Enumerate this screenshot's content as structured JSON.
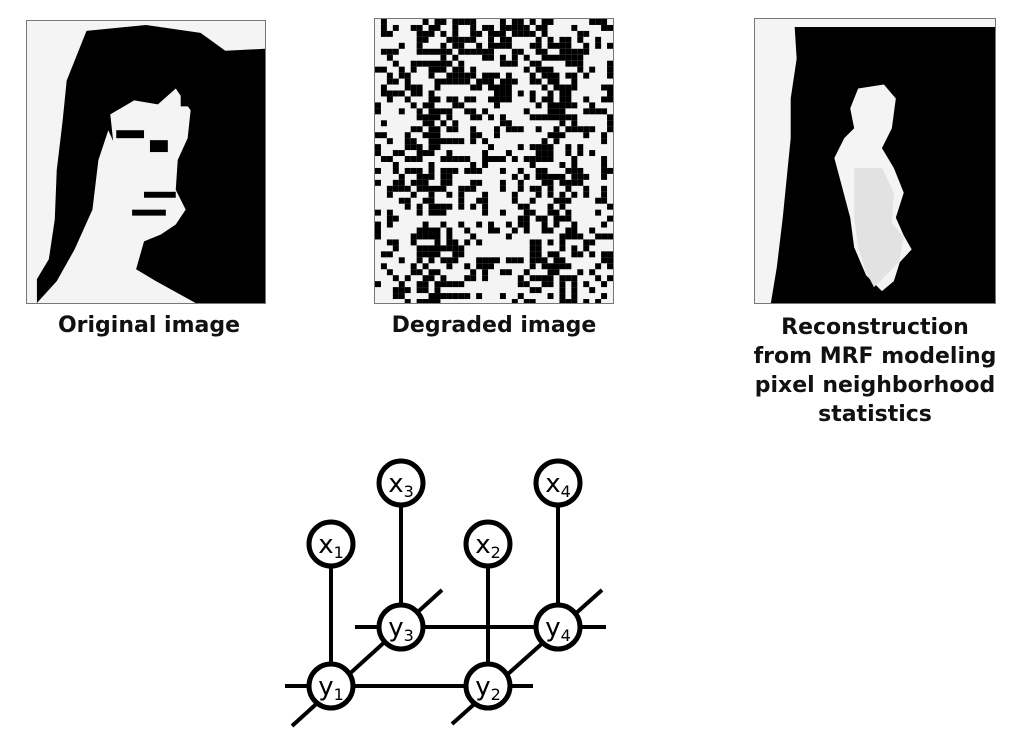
{
  "panels": [
    {
      "id": "original",
      "caption": "Original image",
      "image": "original-face-binary-image"
    },
    {
      "id": "degraded",
      "caption": "Degraded image",
      "image": "noisy-face-binary-image"
    },
    {
      "id": "reconstruction",
      "caption": "Reconstruction\nfrom MRF modeling\npixel neighborhood\nstatistics",
      "image": "reconstructed-binary-image"
    }
  ],
  "graph": {
    "nodes": [
      {
        "id": "x1",
        "base": "x",
        "sub": "1"
      },
      {
        "id": "x2",
        "base": "x",
        "sub": "2"
      },
      {
        "id": "x3",
        "base": "x",
        "sub": "3"
      },
      {
        "id": "x4",
        "base": "x",
        "sub": "4"
      },
      {
        "id": "y1",
        "base": "y",
        "sub": "1"
      },
      {
        "id": "y2",
        "base": "y",
        "sub": "2"
      },
      {
        "id": "y3",
        "base": "y",
        "sub": "3"
      },
      {
        "id": "y4",
        "base": "y",
        "sub": "4"
      }
    ],
    "edges": [
      [
        "x1",
        "y1"
      ],
      [
        "x2",
        "y2"
      ],
      [
        "x3",
        "y3"
      ],
      [
        "x4",
        "y4"
      ],
      [
        "y1",
        "y2"
      ],
      [
        "y3",
        "y4"
      ],
      [
        "y1",
        "y3"
      ],
      [
        "y2",
        "y4"
      ]
    ]
  }
}
